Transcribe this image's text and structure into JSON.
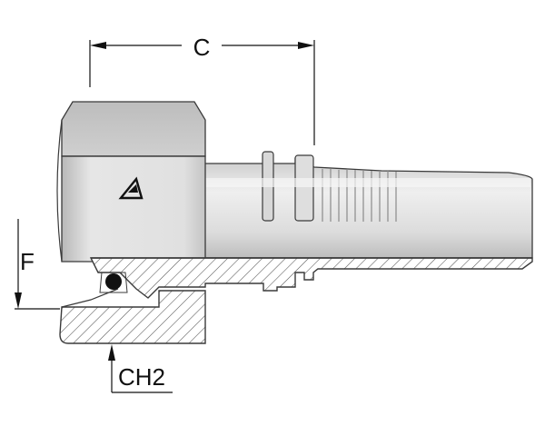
{
  "dimensions": {
    "c_label": "C",
    "f_label": "F",
    "ch2_label": "CH2"
  },
  "logo": {
    "icon": "manufacturer-logo-triangle"
  },
  "colors": {
    "metal_light": "#e4e4e4",
    "metal_mid": "#cfcfcf",
    "metal_dark": "#b0b0b0",
    "outline": "#3a3a3a",
    "hatch": "#555555",
    "oring": "#111111",
    "dimension_line": "#111111"
  }
}
